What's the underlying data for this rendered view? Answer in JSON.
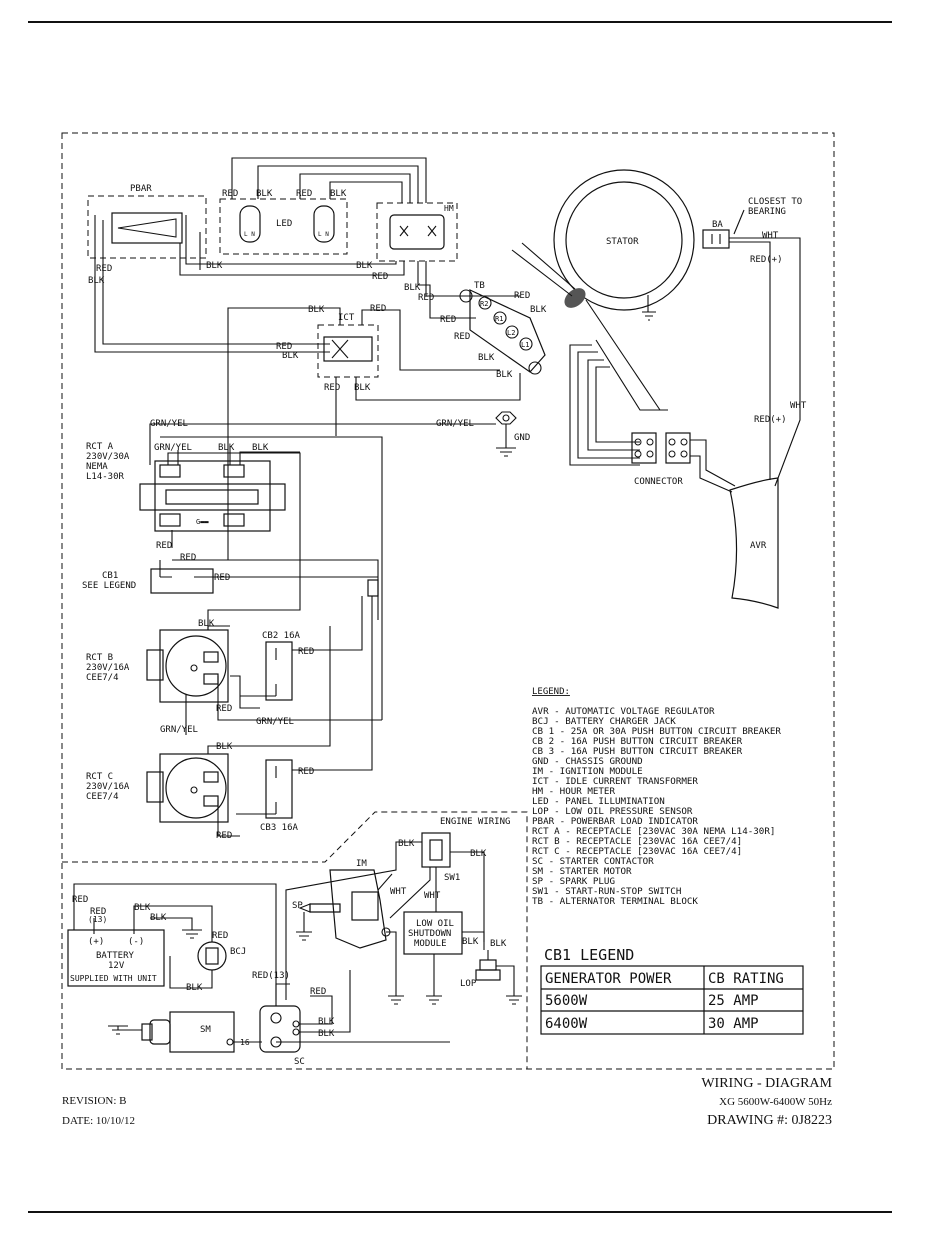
{
  "labels": {
    "pbar": "PBAR",
    "led": "LED",
    "hm": "HM",
    "stator": "STATOR",
    "closest_to": "CLOSEST TO",
    "bearing": "BEARING",
    "ba": "BA",
    "ict": "ICT",
    "tb": "TB",
    "connector": "CONNECTOR",
    "avr": "AVR",
    "gnd": "GND",
    "cb2": "CB2 16A",
    "cb3": "CB3 16A",
    "cb1": "CB1",
    "see_legend": "SEE LEGEND",
    "engine_wiring": "ENGINE WIRING",
    "im": "IM",
    "sw1": "SW1",
    "sp": "SP",
    "lop": "LOP",
    "sm": "SM",
    "sc": "SC",
    "bcj": "BCJ",
    "battery": "BATTERY",
    "battery_v": "12V",
    "supplied": "SUPPLIED WITH UNIT",
    "plus": "(+)",
    "minus": "(-)",
    "lom_1": "LOW OIL",
    "lom_2": "SHUTDOWN",
    "lom_3": "MODULE",
    "red13": "RED(13)",
    "n13": "(13)",
    "n16": "16",
    "r1": "R1",
    "r2": "R2",
    "l1": "L1",
    "l2": "L2"
  },
  "receptacles": {
    "a": [
      "RCT A",
      "230V/30A",
      "NEMA",
      "L14-30R"
    ],
    "b": [
      "RCT B",
      "230V/16A",
      "CEE7/4"
    ],
    "c": [
      "RCT C",
      "230V/16A",
      "CEE7/4"
    ]
  },
  "wires": {
    "red": "RED",
    "blk": "BLK",
    "wht": "WHT",
    "grnyel": "GRN/YEL",
    "redplus": "RED(+)"
  },
  "legend": {
    "title": "LEGEND:",
    "items": [
      "AVR - AUTOMATIC VOLTAGE REGULATOR",
      "BCJ - BATTERY CHARGER JACK",
      "CB 1 - 25A OR 30A PUSH BUTTON CIRCUIT BREAKER",
      "CB 2 - 16A PUSH BUTTON CIRCUIT BREAKER",
      "CB 3 - 16A PUSH BUTTON CIRCUIT BREAKER",
      "GND - CHASSIS GROUND",
      "IM - IGNITION MODULE",
      "ICT - IDLE CURRENT TRANSFORMER",
      "HM - HOUR METER",
      "LED - PANEL ILLUMINATION",
      "LOP - LOW OIL PRESSURE SENSOR",
      "PBAR - POWERBAR LOAD INDICATOR",
      "RCT A - RECEPTACLE [230VAC 30A NEMA L14-30R]",
      "RCT B - RECEPTACLE [230VAC 16A CEE7/4]",
      "RCT C - RECEPTACLE [230VAC 16A CEE7/4]",
      "SC - STARTER CONTACTOR",
      "SM - STARTER MOTOR",
      "SP - SPARK PLUG",
      "SW1 - START-RUN-STOP SWITCH",
      "TB - ALTERNATOR TERMINAL BLOCK"
    ]
  },
  "cb1_legend": {
    "title": "CB1 LEGEND",
    "headers": [
      "GENERATOR POWER",
      "CB RATING"
    ],
    "rows": [
      [
        "5600W",
        "25 AMP"
      ],
      [
        "6400W",
        "30 AMP"
      ]
    ]
  },
  "title_block": {
    "revision": "REVISION: B",
    "date": "DATE: 10/10/12",
    "title": "WIRING - DIAGRAM",
    "model": "XG 5600W-6400W 50Hz",
    "drawing": "DRAWING #: 0J8223"
  }
}
